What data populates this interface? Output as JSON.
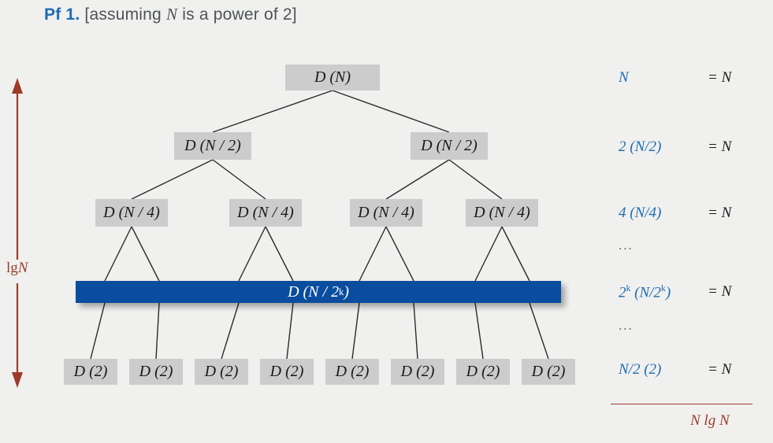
{
  "heading": {
    "pf_label": "Pf 1.",
    "bracket_open": "[assuming",
    "var": "N",
    "bracket_rest": "is a power of 2]"
  },
  "colors": {
    "background": "#f0f0ef",
    "node_fill": "#cccccc",
    "highlight_fill": "#0a4d9e",
    "highlight_text": "#ffffff",
    "accent_blue": "#1d6cb0",
    "accent_red": "#9d3b2b",
    "edge": "#2b2b2b",
    "text": "#1a1a1a"
  },
  "depth_label": {
    "text": "lg N",
    "lg": "lg",
    "var": "N",
    "arrow": "double-headed-vertical-arrow"
  },
  "tree": {
    "levels": [
      {
        "level": 0,
        "node_label": "D (N)",
        "nodes": [
          {
            "label_d": "D",
            "label_arg": "(N)"
          }
        ]
      },
      {
        "level": 1,
        "node_label": "D (N / 2)",
        "nodes": [
          {
            "label_d": "D",
            "label_arg": "(N / 2)"
          },
          {
            "label_d": "D",
            "label_arg": "(N / 2)"
          }
        ]
      },
      {
        "level": 2,
        "node_label": "D (N / 4)",
        "nodes": [
          {
            "label_d": "D",
            "label_arg": "(N / 4)"
          },
          {
            "label_d": "D",
            "label_arg": "(N / 4)"
          },
          {
            "label_d": "D",
            "label_arg": "(N / 4)"
          },
          {
            "label_d": "D",
            "label_arg": "(N / 4)"
          }
        ]
      },
      {
        "level": 3,
        "highlighted": true,
        "node_label": "D (N / 2k)",
        "bar": {
          "prefix": "D (N / 2",
          "sup": "k",
          "suffix": ")"
        }
      },
      {
        "level": 4,
        "node_label": "D (2)",
        "nodes": [
          {
            "label_d": "D",
            "label_arg": "(2)"
          },
          {
            "label_d": "D",
            "label_arg": "(2)"
          },
          {
            "label_d": "D",
            "label_arg": "(2)"
          },
          {
            "label_d": "D",
            "label_arg": "(2)"
          },
          {
            "label_d": "D",
            "label_arg": "(2)"
          },
          {
            "label_d": "D",
            "label_arg": "(2)"
          },
          {
            "label_d": "D",
            "label_arg": "(2)"
          },
          {
            "label_d": "D",
            "label_arg": "(2)"
          }
        ]
      }
    ]
  },
  "cost_column": {
    "rows": [
      {
        "kind": "term",
        "left_pre": "N",
        "left_sup": "",
        "left_post": "",
        "right": "= N"
      },
      {
        "kind": "term",
        "left_pre": "2 (",
        "left_sup": "",
        "left_post": "N/2)",
        "right": "= N"
      },
      {
        "kind": "term",
        "left_pre": "4 (",
        "left_sup": "",
        "left_post": "N/4)",
        "right": "= N"
      },
      {
        "kind": "dots",
        "left_pre": "...",
        "left_sup": "",
        "left_post": "",
        "right": ""
      },
      {
        "kind": "term",
        "left_pre": "2",
        "left_sup": "k",
        "left_post": " (N/2",
        "left_sup2": "k",
        "left_post2": ")",
        "right": "= N"
      },
      {
        "kind": "dots",
        "left_pre": "...",
        "left_sup": "",
        "left_post": "",
        "right": ""
      },
      {
        "kind": "term",
        "left_pre": "N/2 (",
        "left_sup": "",
        "left_post": "2)",
        "right": "= N"
      }
    ],
    "total": "N lg N",
    "total_parts": {
      "n": "N",
      "lg": "lg",
      "n2": "N"
    }
  }
}
